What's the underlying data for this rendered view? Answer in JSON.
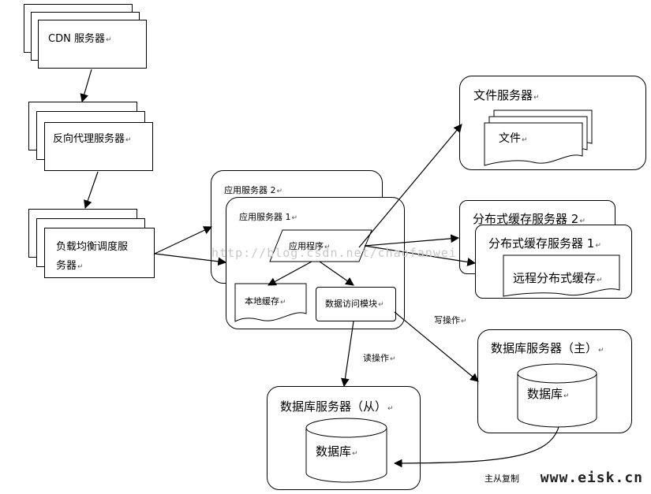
{
  "cdn": {
    "label": "CDN 服务器"
  },
  "reverse_proxy": {
    "label": "反向代理服务器"
  },
  "load_balancer": {
    "label_line1": "负载均衡调度服",
    "label_line2": "务器"
  },
  "app_server_2": {
    "label": "应用服务器 2"
  },
  "app_server_1": {
    "label": "应用服务器 1"
  },
  "app_program": {
    "label": "应用程序"
  },
  "local_cache": {
    "label": "本地缓存"
  },
  "data_access_module": {
    "label": "数据访问模块"
  },
  "file_server": {
    "label": "文件服务器",
    "file_label": "文件"
  },
  "dist_cache_server_2": {
    "label": "分布式缓存服务器 2"
  },
  "dist_cache_server_1": {
    "label": "分布式缓存服务器 1",
    "remote_cache_label": "远程分布式缓存"
  },
  "db_master": {
    "label": "数据库服务器（主）",
    "db_label": "数据库"
  },
  "db_slave": {
    "label": "数据库服务器（从）",
    "db_label": "数据库"
  },
  "edges": {
    "read_op": "读操作",
    "write_op": "写操作",
    "replication": "主从复制"
  },
  "watermark": "http://blog.csdn.net/chaofanwei",
  "site_watermark": "www.eisk.cn",
  "paragraph_mark": "↵"
}
